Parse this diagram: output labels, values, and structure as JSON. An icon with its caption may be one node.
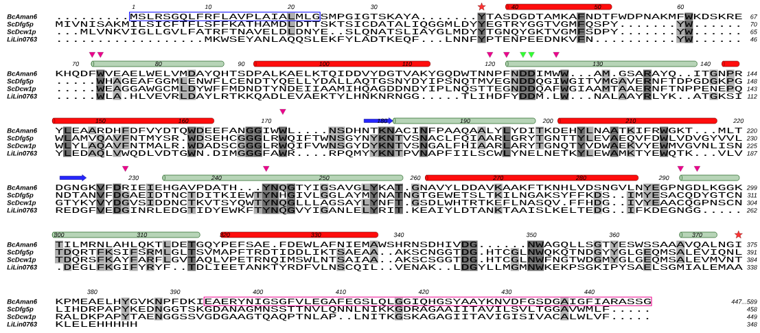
{
  "diagram": {
    "labels": [
      "1",
      "10",
      "20",
      "30",
      "40",
      "50",
      "60",
      "BcAman6",
      ".........MSLRSGQLFRFLAVPLAIALMLGSMPGIGTSKAYA.......YTASDGDTAMKAFNDTFWDPNAKMFWKDSKRE",
      "67",
      "ScDfg5p",
      "MIVNISAKMILSICFTFLSFFKATHAMDLDTTSKTSICDATALIQGGMLDYYEGTRYGGTVGMFQSPY.......YW......",
      "70",
      "ScDcw1p",
      "...MLVNKVIGLLGVLFATRFTNAVELDLDNYE..SLQNATSLIAYGLMDYYTGNQYGKTVGMFSDPY.......YW......",
      "65",
      "LiLin0763",
      "..................MKWSEYANLAQQSLEKFYLADTKEQF...LNNFYPTENPEEDNKVFN..........YW......",
      "46",
      "70",
      "80",
      "90",
      "100",
      "110",
      "120",
      "130",
      "140",
      "BcAman6",
      "KHQDFWVEAELWELVMDAYQHTSDPALKAELKTQIDDVYDGTVAKYGQDWTNNPFNDDIMWW...AM.GSARAYQ..ITGNPR",
      "144",
      "ScDfg5p",
      ".....WHAGEAFGGMLENWFLCENDTYQELLYDALLAQTGSNYDYIPSNQTMVEGNDDQGIWGITVMGAVERNFTDPGDGKPG",
      "148",
      "ScDcw1p",
      ".....WEAGGAWGCMLDYWFFMDNDTYNDEIIAAMIHQAGDDNDYIPLNQSTTEGNDDQAFWGIAAMTAAERNFTNPPENEPQ",
      "143",
      "LiLin0763",
      ".....WLA.HLVEVRLDAYLRTKKQADLEVAEKTYLHNKNRNGG.....TLIHDFYDDM.LW...NALAAYRLYK..ATGKSI",
      "112",
      "150",
      "160",
      "170",
      "180",
      "190",
      "200",
      "210",
      "220",
      "BcAman6",
      "YLEAARDHFDFVYDTQWDEEFANGGIWWL....NSDHNTKNACINFPAAQAALYLYDITKDEHYLNAATKIFRWGKT...MLT",
      "220",
      "ScDfg5p",
      "WLAMVQAVFNTMYSR.WDSEHCGGGLRWQIFTWNSGYNYKNTVSNACLFQIAARLGRYTGNTTYLEVAEQVFDWLVDVGYVVL",
      "230",
      "ScDcw1p",
      "WLYLAQAVFNTMALR.WDADSCGGGLRWQIFVWNSGYDYKNTVSNGALFHIAARLARYTGNQTYVDWAEKVYEWMVGVNLISN",
      "225",
      "LiLin0763",
      "YLEDAQLVWQDLVDTGWN.DIMGGGFAWR....RPQMYYKNTPVNAPFIILSCWLYNELNETKYLEWAMKTYEWQTK...VLV",
      "187",
      "230",
      "240",
      "250",
      "260",
      "270",
      "280",
      "290",
      "BcAman6",
      "DGNGKVFDRIEIEHGAVPDATH...YNQGTYIGSAVGLYKAT.GNAVYLDDAVKAAKFTKNHLVDSNGVLNYEGPNGDLKGGK",
      "299",
      "ScDfg5p",
      "NDTANVFDGAEIDTNCTDITKIEWTYNHGIVLGGLAYMYNATNGTGEWETSLTKILNGAKSYFFKDS..IMYESACQDYGTCN",
      "311",
      "ScDcw1p",
      "GTYKYVYDGVSIDDNCTKVTSYQWTYNQGLLLAGSAYLYNFT.GSDLWHTRTKEFLNASQV.FFHDG..IVYEAACQGPNSCN",
      "304",
      "LiLin0763",
      "REDGFVEDGINRLEDGTIDYEWKFTYNQGVYIGANLELYRIT.KEAIYLDTANKTAAISLKELTEDG..IFKDEGNGG.....",
      "262",
      "300",
      "310",
      "320",
      "330",
      "340",
      "350",
      "360",
      "370",
      "BcAman6",
      "TILMRNLAHLQKTLDETGQYPEFSAE.FDEWLAFNIEMAWSHRNSDHIVDG......NWAGQLLSGTYESWSSAAAVQALNGI",
      "375",
      "ScDfg5p",
      "TDQRTFKSIFSRMLGLTSVMAPFTRDTIDDLIKTSAEAA..AKSCNGGTDG.HTCGLNWQKQTNDGYYGLGEQMSALEVIQNL",
      "391",
      "ScDcw1p",
      "TDQRSFKAYFARFLGVTAQLVPETRNQIMSWLNTSAIAA..AKSCSGGTDG.HTCGLNWFNGTWDGMYGLGEQMSALEVMVNT",
      "384",
      "LiLin0763",
      ".DEGLFKGIFYRYF..TDLIEETANKTYRDFVLNSCQIL..VENAK..LDGYLLMGMNWKEKPSGKIPYSAELSGMIALEMAA",
      "338",
      "380",
      "390",
      "400",
      "410",
      "420",
      "430",
      "440",
      "BcAman6",
      "KPMEAELHYGVKNPFDKIEAERYNIGSGFVLEGAFEGSLQLGGIQHGSYAAYKNVDFGSDGAIGFIARASSG",
      "447...589",
      "ScDfg5p",
      "LIHDRPAPYKEDNGGTSKGDANAGMNSSTTNVLQNNLNIKKGDRAGAAIITAVILSVLTGGAVWMLF.....",
      "458",
      "ScDcw1p",
      "RALDKPAPYTAENGGSSVGDGAAGTQAQPTNLAP..LNITKGSKAGAGIITAVIGISIVACALWLVF.....",
      "449",
      "LiLin0763",
      "KLELEHHHHH",
      "348"
    ]
  }
}
